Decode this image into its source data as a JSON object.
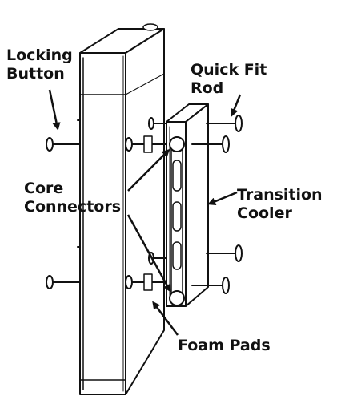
{
  "labels": {
    "locking_button": [
      "Locking",
      "Button"
    ],
    "quick_fit_rod": [
      "Quick Fit",
      "Rod"
    ],
    "core_connectors": [
      "Core",
      "Connectors"
    ],
    "transition_cooler": [
      "Transition",
      "Cooler"
    ],
    "foam_pads": [
      "Foam Pads"
    ]
  },
  "colors": {
    "line": "#111111",
    "fill": "#ffffff"
  }
}
